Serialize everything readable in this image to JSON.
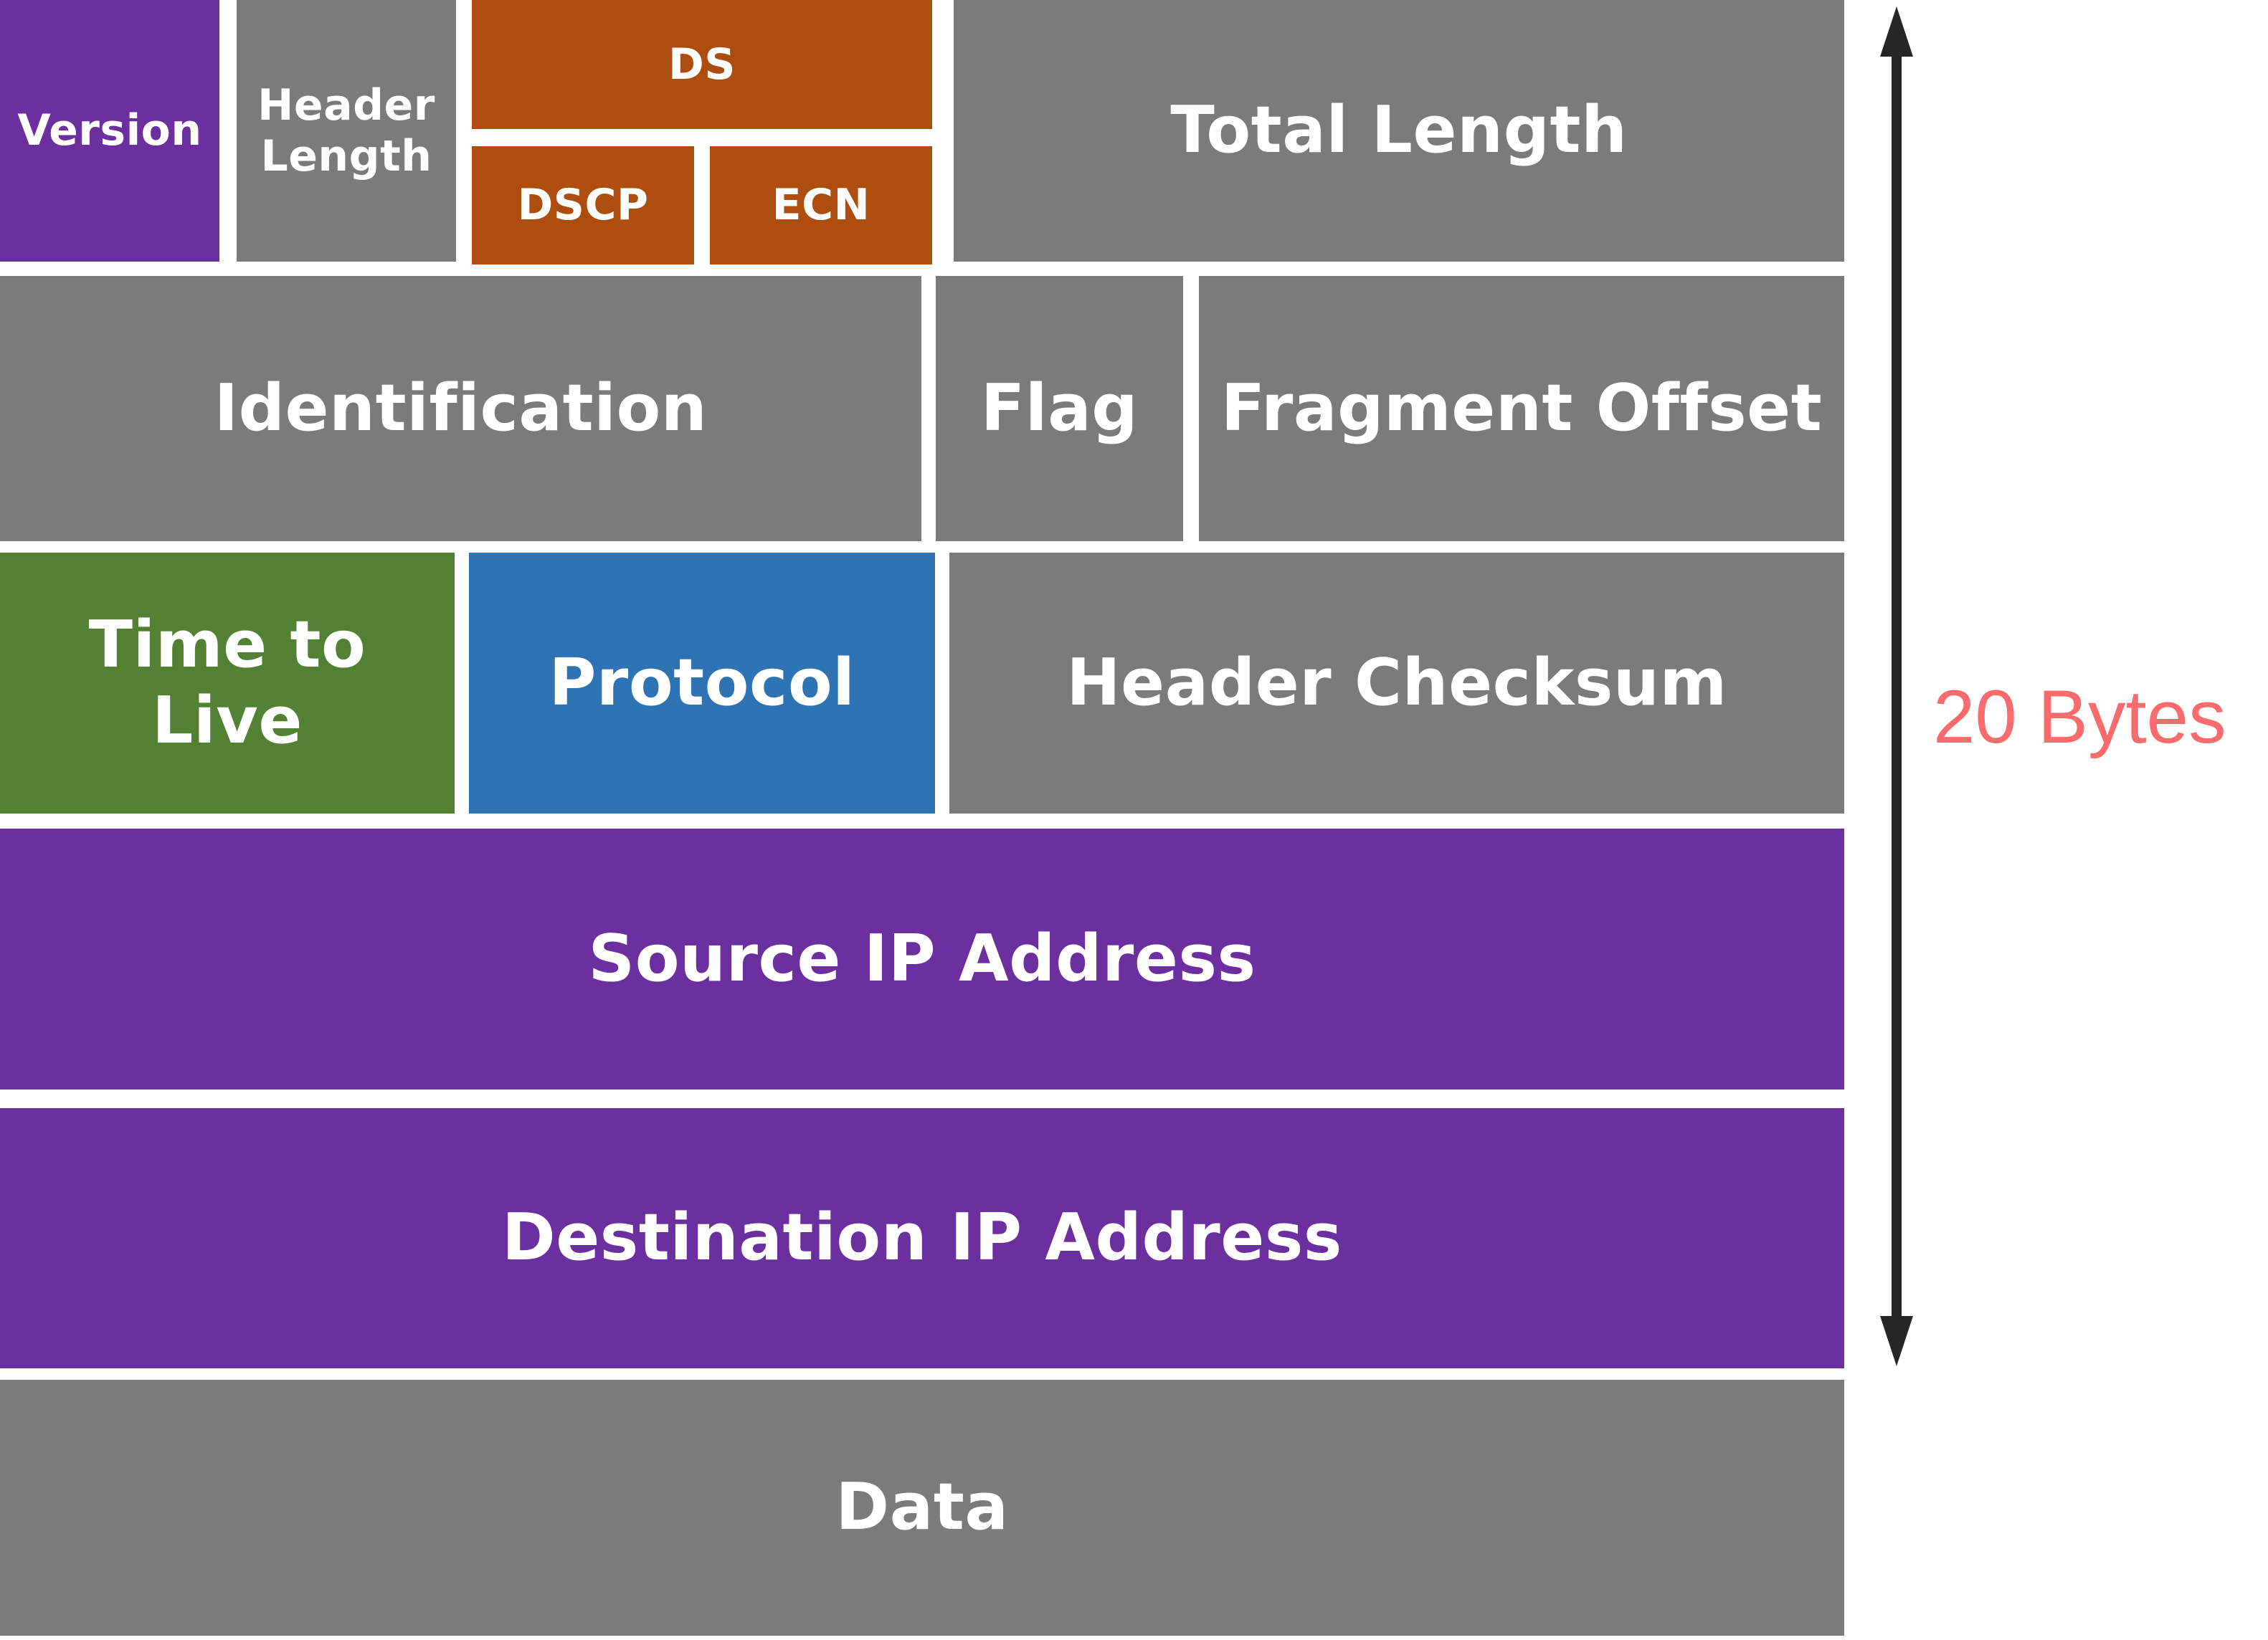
{
  "colors": {
    "purple": "#6b2fa0",
    "gray": "#7b7b7b",
    "orange": "#ad4e10",
    "green": "#538133",
    "blue": "#2e74b5",
    "arrow": "#262626",
    "byte_label": "#f96b6d",
    "background": "#ffffff",
    "box_text": "#ffffff"
  },
  "diagram": {
    "fields": {
      "version": "Version",
      "header_length": "Header Length",
      "ds": "DS",
      "dscp": "DSCP",
      "ecn": "ECN",
      "total_length": "Total Length",
      "identification": "Identification",
      "flag": "Flag",
      "fragment_offset": "Fragment Offset",
      "time_to_live": "Time to Live",
      "protocol": "Protocol",
      "header_checksum": "Header Checksum",
      "source_ip": "Source IP Address",
      "destination_ip": "Destination IP Address",
      "data": "Data"
    },
    "size_annotation": "20 Bytes"
  }
}
